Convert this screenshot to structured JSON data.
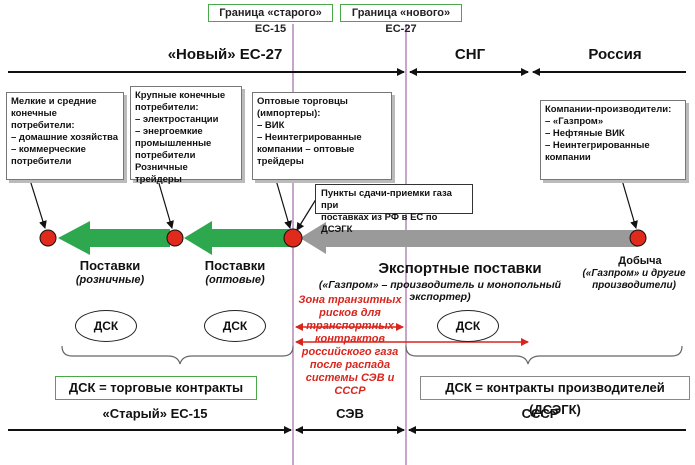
{
  "header": {
    "border_old": "Граница «старого» ЕС-15",
    "border_new": "Граница «нового» ЕС-27"
  },
  "regions": {
    "eu27": "«Новый» ЕС-27",
    "cis": "СНГ",
    "russia": "Россия"
  },
  "cards": {
    "small": "Мелкие и средние\nконечные потребители:\n– домашние хозяйства\n– коммерческие\nпотребители",
    "large": "Крупные конечные\nпотребители:\n– электростанции\n– энергоемкие\nпромышленные\nпотребители\nРозничные трейдеры",
    "wholesale": "Оптовые торговцы\n(импортеры):\n– ВИК\n– Неинтегрированные\nкомпании – оптовые трейдеры",
    "producers": "Компании-производители:\n– «Газпром»\n– Нефтяные ВИК\n– Неинтегрированные компании"
  },
  "delivery_points_note": "Пункты сдачи-приемки газа при\nпоставках из РФ в ЕС по ДСЭГК",
  "flows": {
    "retail_main": "Поставки",
    "retail_sub": "(розничные)",
    "wholesale_main": "Поставки",
    "wholesale_sub": "(оптовые)",
    "export_main": "Экспортные поставки",
    "export_sub": "(«Газпром» – производитель и монопольный экспортер)",
    "production_main": "Добыча",
    "production_sub": "(«Газпром» и другие\nпроизводители)"
  },
  "ovals": [
    "ДСК",
    "ДСК",
    "ДСК"
  ],
  "risk_zone": "Зона транзитных\nрисков для\nтранспортных\nконтрактов\nроссийского газа\nпосле распада\nсистемы СЭВ и\nСССР",
  "contracts": {
    "trade": "ДСК = торговые контракты",
    "producers": "ДСК = контракты производителей (ДСЭГК)"
  },
  "bottom": {
    "eu15": "«Старый» ЕС-15",
    "sev": "СЭВ",
    "ussr": "СССР"
  },
  "colors": {
    "green_arrow": "#2ea84f",
    "grey_arrow": "#9a9a9a",
    "red_dot": "#e02a1c",
    "border_line": "#a36aa8",
    "risk_text": "#d8261e"
  }
}
